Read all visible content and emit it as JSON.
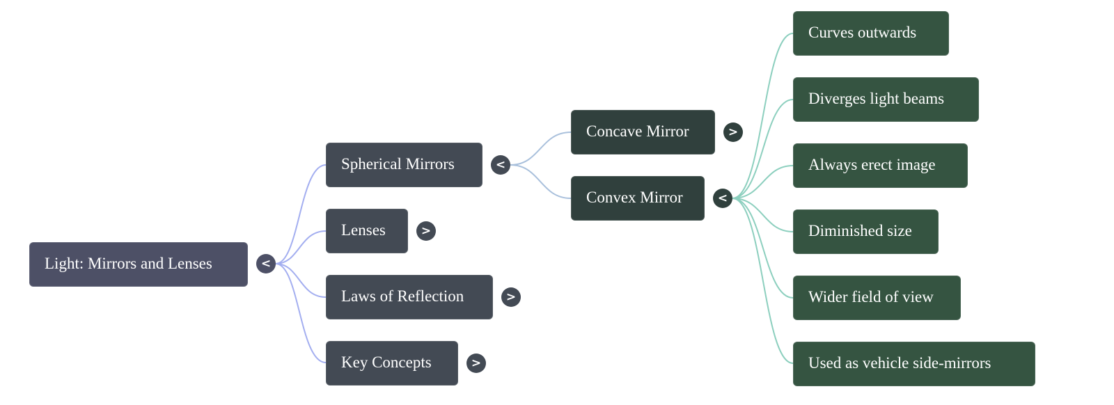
{
  "mindmap": {
    "root": {
      "label": "Light: Mirrors and Lenses",
      "toggle": "<"
    },
    "level1": [
      {
        "label": "Spherical Mirrors",
        "toggle": "<"
      },
      {
        "label": "Lenses",
        "toggle": ">"
      },
      {
        "label": "Laws of Reflection",
        "toggle": ">"
      },
      {
        "label": "Key Concepts",
        "toggle": ">"
      }
    ],
    "level2": [
      {
        "label": "Concave Mirror",
        "toggle": ">"
      },
      {
        "label": "Convex Mirror",
        "toggle": "<"
      }
    ],
    "level3": [
      {
        "label": "Curves outwards"
      },
      {
        "label": "Diverges light beams"
      },
      {
        "label": "Always erect image"
      },
      {
        "label": "Diminished size"
      },
      {
        "label": "Wider field of view"
      },
      {
        "label": "Used as vehicle side-mirrors"
      }
    ],
    "colors": {
      "root_node": "#4d5066",
      "level1_node": "#434a54",
      "level2_node": "#30403d",
      "level3_node": "#355441",
      "edge_root": "#a3aef0",
      "edge_spherical": "#a9c0dc",
      "edge_convex": "#8ccfbe"
    }
  }
}
